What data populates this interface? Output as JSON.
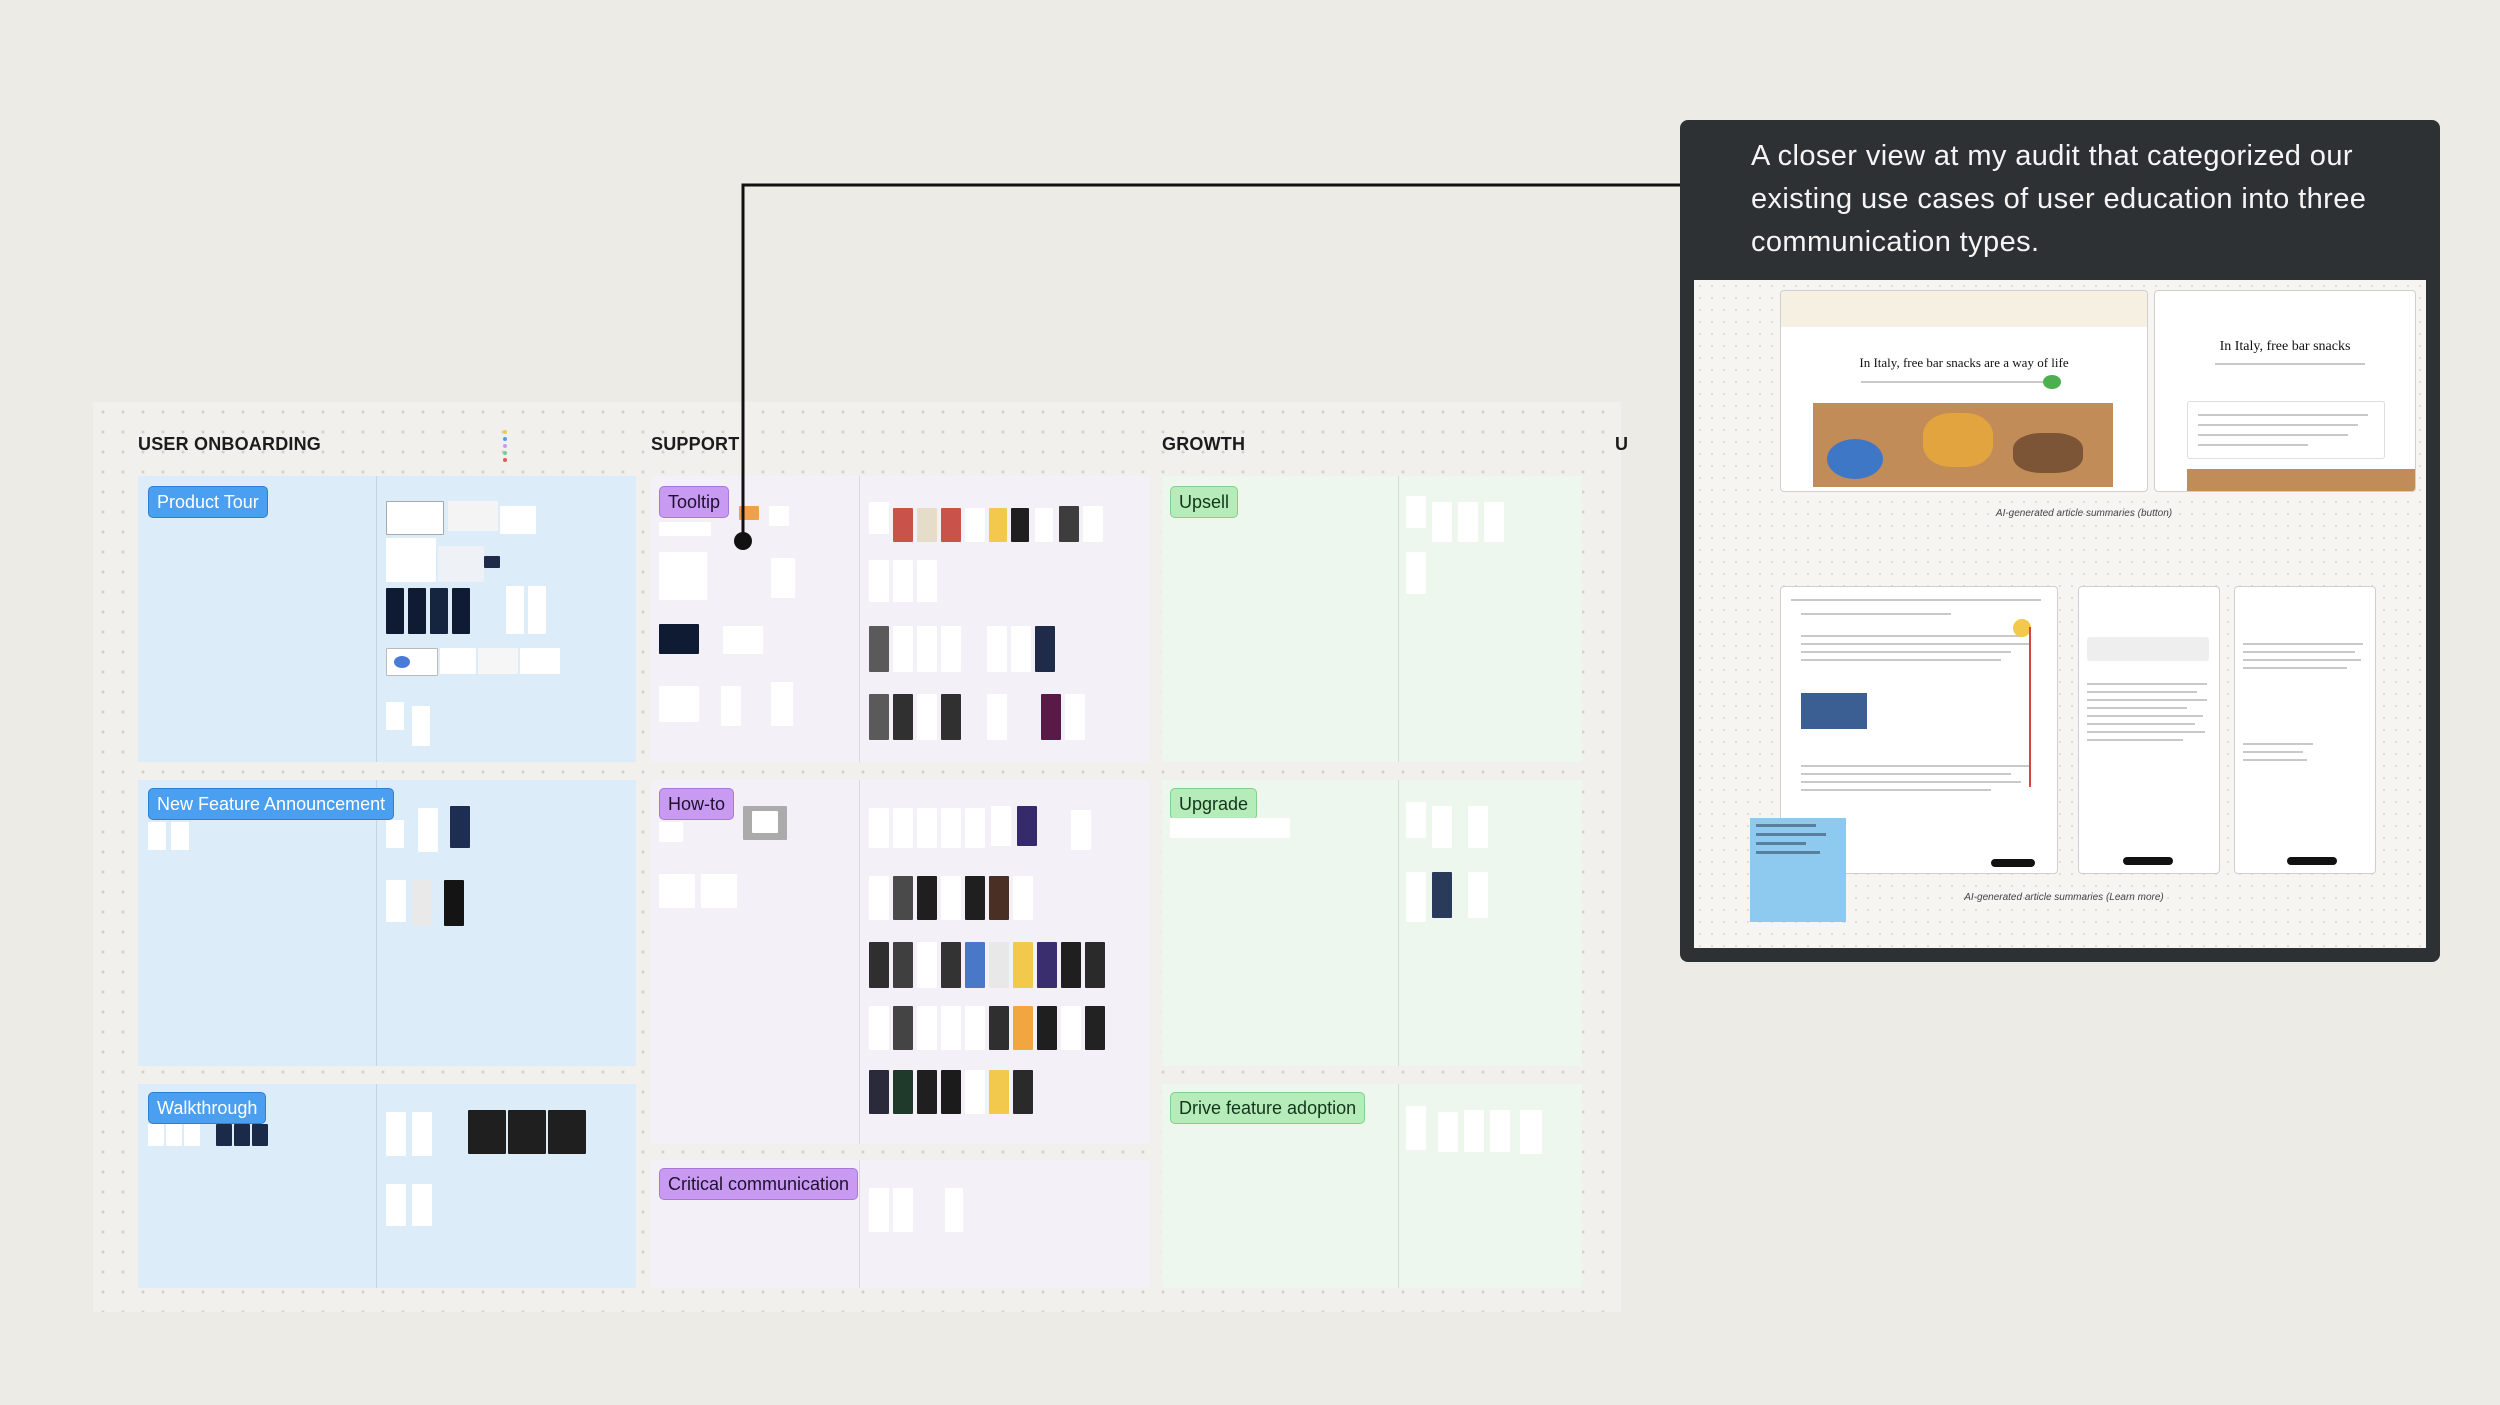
{
  "columns": {
    "user_onboarding": "USER ONBOARDING",
    "support": "SUPPORT",
    "growth": "GROWTH"
  },
  "tags": {
    "product_tour": "Product Tour",
    "new_feature_announcement": "New Feature Announcement",
    "walkthrough": "Walkthrough",
    "tooltip": "Tooltip",
    "how_to": "How-to",
    "critical_communication": "Critical communication",
    "upsell": "Upsell",
    "upgrade": "Upgrade",
    "drive_feature_adoption": "Drive feature adoption"
  },
  "note": {
    "text": "A closer view at my audit that categorized our existing use cases of user education into three communication types.",
    "articles": {
      "headline_1": "In Italy, free bar snacks are a way of life",
      "headline_2": "In Italy, free bar snacks",
      "caption_top": "AI-generated article summaries (button)",
      "caption_bottom": "AI-generated article summaries (Learn more)"
    }
  },
  "colors": {
    "board_background": "#f1f0ed",
    "onboarding_section": "#dcecf9",
    "support_section": "#f3f0f7",
    "growth_section": "#edf7ed",
    "note_background": "#2d3134",
    "tag_blue": "#4a9ff0",
    "tag_purple": "#c99af2",
    "tag_green": "#b6ecba"
  }
}
